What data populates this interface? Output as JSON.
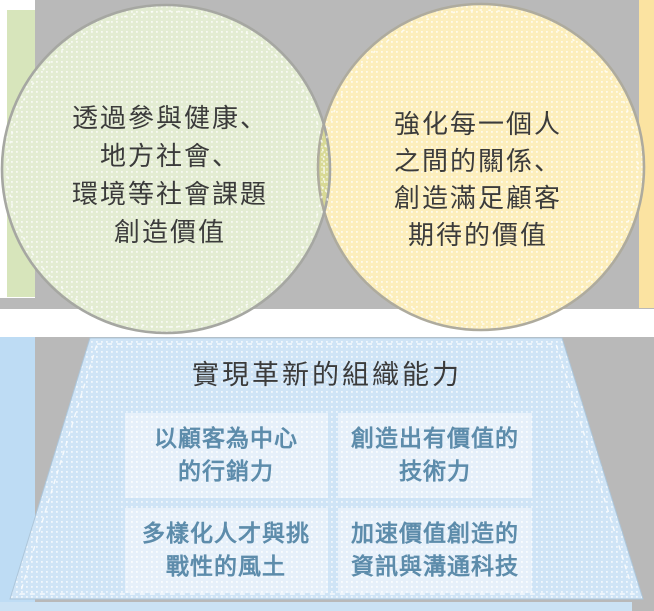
{
  "colors": {
    "background": "#b9b9b9",
    "white_band": "#ffffff",
    "left_edge_strip_green": "#d7e5bb",
    "right_edge_strip_yellow": "#fbe3a1",
    "left_edge_strip_blue": "#bedcf4",
    "bottom_band_blue": "#cbe2f4",
    "green_circle_fill": "#e3ecd2",
    "green_circle_stroke": "#a6a7a2",
    "yellow_circle_fill": "#fceebc",
    "yellow_circle_stroke": "#aeab9e",
    "overlap_lens_fill": "#d8d995",
    "trapezoid_fill": "#cfe4f6",
    "trapezoid_edge": "#adc6da",
    "box_fill": "#e6f0fa",
    "box_text": "#5d8cab",
    "dark_text": "#3b3b3b",
    "dot_white": "#ffffff"
  },
  "venn": {
    "left_circle": {
      "lines": [
        "透過參與健康、",
        "地方社會、",
        "環境等社會課題",
        "創造價值"
      ]
    },
    "right_circle": {
      "lines": [
        "強化每一個人",
        "之間的關係、",
        "創造滿足顧客",
        "期待的價值"
      ]
    }
  },
  "foundation": {
    "title": "實現革新的組織能力",
    "boxes": [
      {
        "lines": [
          "以顧客為中心",
          "的行銷力"
        ]
      },
      {
        "lines": [
          "創造出有價值的",
          "技術力"
        ]
      },
      {
        "lines": [
          "多樣化人才與挑",
          "戰性的風土"
        ]
      },
      {
        "lines": [
          "加速價值創造的",
          "資訊與溝通科技"
        ]
      }
    ]
  }
}
